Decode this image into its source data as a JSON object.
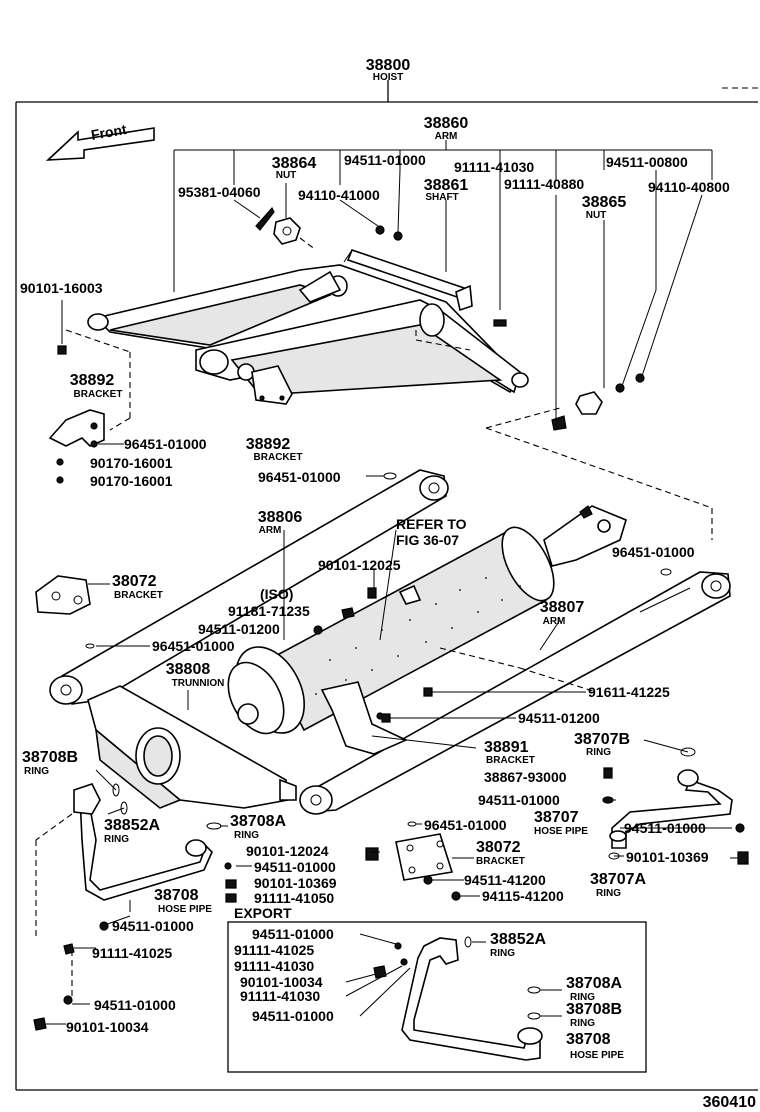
{
  "diagram": {
    "figure_number": "360410",
    "export_label": "EXPORT",
    "front_label": "Front",
    "refer_label_1": "REFER TO",
    "refer_label_2": "FIG 36-07",
    "iso_label": "(ISO)",
    "header": {
      "number": "38800",
      "name": "HOIST"
    },
    "parts": [
      {
        "id": "p38860",
        "number": "38860",
        "name": "ARM"
      },
      {
        "id": "p38864",
        "number": "38864",
        "name": "NUT"
      },
      {
        "id": "p94511_01000_a",
        "number": "94511-01000"
      },
      {
        "id": "p91111_41030_a",
        "number": "91111-41030"
      },
      {
        "id": "p94511_00800",
        "number": "94511-00800"
      },
      {
        "id": "p95381_04060",
        "number": "95381-04060"
      },
      {
        "id": "p94110_41000",
        "number": "94110-41000"
      },
      {
        "id": "p38861",
        "number": "38861",
        "name": "SHAFT"
      },
      {
        "id": "p91111_40880",
        "number": "91111-40880"
      },
      {
        "id": "p94110_40800",
        "number": "94110-40800"
      },
      {
        "id": "p38865",
        "number": "38865",
        "name": "NUT"
      },
      {
        "id": "p90101_16003",
        "number": "90101-16003"
      },
      {
        "id": "p38892_a",
        "number": "38892",
        "name": "BRACKET"
      },
      {
        "id": "p96451_01000_a",
        "number": "96451-01000"
      },
      {
        "id": "p38892_b",
        "number": "38892",
        "name": "BRACKET"
      },
      {
        "id": "p90170_16001_a",
        "number": "90170-16001"
      },
      {
        "id": "p90170_16001_b",
        "number": "90170-16001"
      },
      {
        "id": "p96451_01000_b",
        "number": "96451-01000"
      },
      {
        "id": "p38806",
        "number": "38806",
        "name": "ARM"
      },
      {
        "id": "p90101_12025",
        "number": "90101-12025"
      },
      {
        "id": "p96451_01000_c",
        "number": "96451-01000"
      },
      {
        "id": "p38072_a",
        "number": "38072",
        "name": "BRACKET"
      },
      {
        "id": "p91181_71235",
        "number": "91181-71235"
      },
      {
        "id": "p94511_01200_a",
        "number": "94511-01200"
      },
      {
        "id": "p38807",
        "number": "38807",
        "name": "ARM"
      },
      {
        "id": "p96451_01000_d",
        "number": "96451-01000"
      },
      {
        "id": "p38808",
        "number": "38808",
        "name": "TRUNNION"
      },
      {
        "id": "p91611_41225",
        "number": "91611-41225"
      },
      {
        "id": "p94511_01200_b",
        "number": "94511-01200"
      },
      {
        "id": "p38708B_a",
        "number": "38708B",
        "name": "RING"
      },
      {
        "id": "p38891",
        "number": "38891",
        "name": "BRACKET"
      },
      {
        "id": "p38707B",
        "number": "38707B",
        "name": "RING"
      },
      {
        "id": "p38867_93000",
        "number": "38867-93000"
      },
      {
        "id": "p94511_01000_b",
        "number": "94511-01000"
      },
      {
        "id": "p38852A_a",
        "number": "38852A",
        "name": "RING"
      },
      {
        "id": "p38708A_a",
        "number": "38708A",
        "name": "RING"
      },
      {
        "id": "p96451_01000_e",
        "number": "96451-01000"
      },
      {
        "id": "p38707",
        "number": "38707",
        "name": "HOSE PIPE"
      },
      {
        "id": "p94511_01000_c",
        "number": "94511-01000"
      },
      {
        "id": "p90101_12024",
        "number": "90101-12024"
      },
      {
        "id": "p38072_b",
        "number": "38072",
        "name": "BRACKET"
      },
      {
        "id": "p94511_01000_d",
        "number": "94511-01000"
      },
      {
        "id": "p90101_10369_a",
        "number": "90101-10369"
      },
      {
        "id": "p90101_10369_b",
        "number": "90101-10369"
      },
      {
        "id": "p91111_41050",
        "number": "91111-41050"
      },
      {
        "id": "p94511_41200",
        "number": "94511-41200"
      },
      {
        "id": "p38707A",
        "number": "38707A",
        "name": "RING"
      },
      {
        "id": "p94115_41200",
        "number": "94115-41200"
      },
      {
        "id": "p38708_a",
        "number": "38708",
        "name": "HOSE PIPE"
      },
      {
        "id": "p94511_01000_e",
        "number": "94511-01000"
      },
      {
        "id": "p91111_41025_a",
        "number": "91111-41025"
      },
      {
        "id": "p94511_01000_f",
        "number": "94511-01000"
      },
      {
        "id": "p90101_10034_a",
        "number": "90101-10034"
      },
      {
        "id": "p94511_01000_g",
        "number": "94511-01000"
      },
      {
        "id": "p91111_41025_b",
        "number": "91111-41025"
      },
      {
        "id": "p91111_41030_b",
        "number": "91111-41030"
      },
      {
        "id": "p90101_10034_b",
        "number": "90101-10034"
      },
      {
        "id": "p91111_41030_c",
        "number": "91111-41030"
      },
      {
        "id": "p94511_01000_h",
        "number": "94511-01000"
      },
      {
        "id": "p38852A_b",
        "number": "38852A",
        "name": "RING"
      },
      {
        "id": "p38708A_b",
        "number": "38708A",
        "name": "RING"
      },
      {
        "id": "p38708B_b",
        "number": "38708B",
        "name": "RING"
      },
      {
        "id": "p38708_b",
        "number": "38708",
        "name": "HOSE PIPE"
      }
    ]
  }
}
